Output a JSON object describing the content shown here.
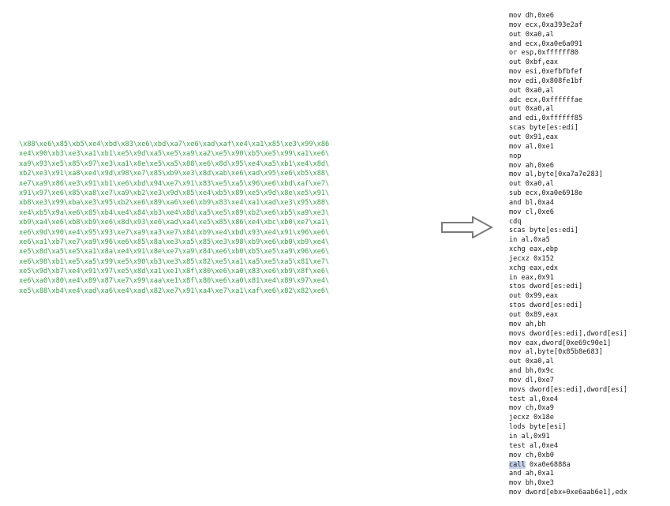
{
  "hex_dump": {
    "lines": [
      "\\x88\\xe6\\x85\\xb5\\xe4\\xbd\\x83\\xe6\\xbd\\xa7\\xe6\\xad\\xaf\\xe4\\xa1\\x85\\xe3\\x99\\x86",
      "xe4\\x90\\xb3\\xe3\\xa1\\xb1\\xe5\\x9d\\xa5\\xe5\\xa9\\xa2\\xe5\\x90\\xb5\\xe5\\x99\\xa1\\xe6\\",
      "xa9\\x93\\xe5\\x85\\x97\\xe3\\xa1\\x8e\\xe5\\xa5\\x88\\xe6\\x8d\\x95\\xe4\\xa5\\xb1\\xe4\\x8d\\",
      "xb2\\xe3\\x91\\xa8\\xe4\\x9d\\x98\\xe7\\x85\\xb9\\xe3\\x8d\\xab\\xe6\\xad\\x95\\xe6\\xb5\\x88\\",
      "xe7\\xa9\\x86\\xe3\\x91\\xb1\\xe6\\xbd\\x94\\xe7\\x91\\x83\\xe5\\xa5\\x96\\xe6\\xbd\\xaf\\xe7\\",
      "x91\\x97\\xe6\\x85\\xa8\\xe7\\xa9\\xb2\\xe3\\x9d\\x85\\xe4\\xb5\\x89\\xe5\\x9d\\x8e\\xe5\\x91\\",
      "xb8\\xe3\\x99\\xba\\xe3\\x95\\xb2\\xe6\\x89\\xa6\\xe6\\xb9\\x83\\xe4\\xa1\\xad\\xe3\\x95\\x88\\",
      "xe4\\xb5\\x9a\\xe6\\x85\\xb4\\xe4\\x84\\xb3\\xe4\\x8d\\xa5\\xe5\\x89\\xb2\\xe6\\xb5\\xa9\\xe3\\",
      "xb9\\xa4\\xe6\\xb8\\xb9\\xe6\\x8d\\x93\\xe6\\xad\\xa4\\xe5\\x85\\x86\\xe4\\xbc\\xb0\\xe7\\xa1\\",
      "xe6\\x9d\\x90\\xe4\\x95\\x93\\xe7\\xa9\\xa3\\xe7\\x84\\xb9\\xe4\\xbd\\x93\\xe4\\x91\\x96\\xe6\\",
      "xe6\\xa1\\xb7\\xe7\\xa9\\x96\\xe6\\x85\\x8a\\xe3\\xa5\\x85\\xe3\\x98\\xb9\\xe6\\xb0\\xb9\\xe4\\",
      "xe5\\x8d\\xa5\\xe5\\xa1\\x8a\\xe4\\x91\\x8e\\xe7\\xa9\\x84\\xe6\\xb0\\xb5\\xe5\\xa9\\x96\\xe6\\",
      "xe6\\x98\\xb1\\xe5\\xa5\\x99\\xe5\\x90\\xb3\\xe3\\x85\\x82\\xe5\\xa1\\xa5\\xe5\\xa5\\x81\\xe7\\",
      "xe5\\x9d\\xb7\\xe4\\x91\\x97\\xe5\\x8d\\xa1\\xe1\\x8f\\x80\\xe6\\xa0\\x83\\xe6\\xb9\\x8f\\xe6\\",
      "xe6\\xa0\\x80\\xe4\\x89\\x87\\xe7\\x99\\xaa\\xe1\\x8f\\x80\\xe6\\xa0\\x81\\xe4\\x89\\x97\\xe4\\",
      "xe5\\x88\\xb4\\xe4\\xad\\xa6\\xe4\\xad\\x82\\xe7\\x91\\xa4\\xe7\\xa1\\xaf\\xe6\\x82\\x82\\xe6\\"
    ],
    "color": "#3aa04a"
  },
  "arrow": {
    "icon": "hollow-right-arrow-icon",
    "stroke": "#7a7a7a"
  },
  "disassembly": {
    "lines": [
      "mov dh,0xe6",
      "mov ecx,0xa393e2af",
      "out 0xa0,al",
      "and ecx,0xa0e6a091",
      "or esp,0xffffff80",
      "out 0xbf,eax",
      "mov esi,0xefbfbfef",
      "mov edi,0x808fe1bf",
      "out 0xa0,al",
      "adc ecx,0xffffffae",
      "out 0xa0,al",
      "and edi,0xffffff85",
      "scas byte[es:edi]",
      "out 0x91,eax",
      "mov al,0xe1",
      "nop",
      "mov ah,0xe6",
      "mov al,byte[0xa7a7e283]",
      "out 0xa0,al",
      "sub ecx,0xa0e6918e",
      "and bl,0xa4",
      "mov cl,0xe6",
      "cdq",
      "scas byte[es:edi]",
      "in al,0xa5",
      "xchg eax,ebp",
      "jecxz 0x152",
      "xchg eax,edx",
      "in eax,0x91",
      "stos dword[es:edi]",
      "out 0x99,eax",
      "stos dword[es:edi]",
      "out 0x89,eax",
      "mov ah,bh",
      "movs dword[es:edi],dword[esi]",
      "mov eax,dword[0xe69c90e1]",
      "mov al,byte[0x85b8e683]",
      "out 0xa0,al",
      "and bh,0x9c",
      "mov dl,0xe7",
      "movs dword[es:edi],dword[esi]",
      "test al,0xe4",
      "mov ch,0xa9",
      "jecxz 0x18e",
      "lods byte[esi]",
      "in al,0x91",
      "test al,0xe4",
      "mov ch,0xb0",
      "call 0xa0e6888a",
      "and ah,0xa1",
      "mov bh,0xe3",
      "mov dword[ebx+0xe6aab6e1],edx"
    ],
    "highlighted_index": 48,
    "highlighted_word": "call",
    "highlight_color": "#c7d3ec"
  }
}
